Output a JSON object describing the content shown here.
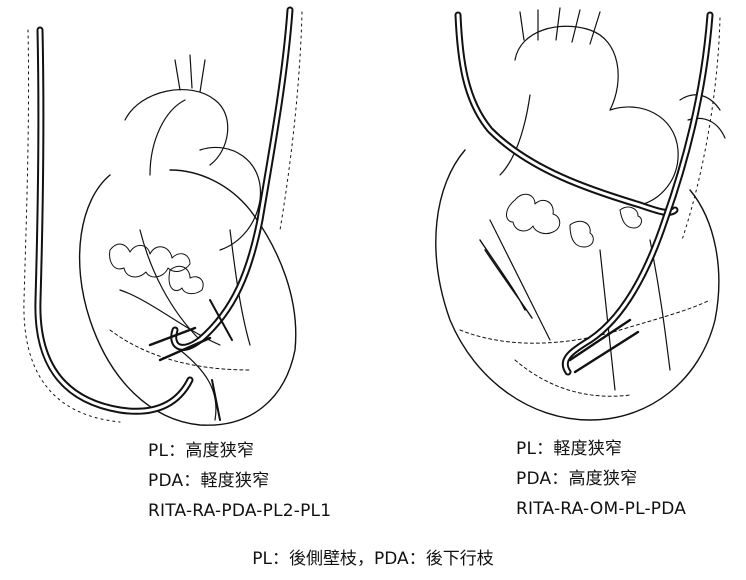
{
  "left_panel": {
    "lines": [
      "PL：高度狭窄",
      "PDA：軽度狭窄",
      "RITA-RA-PDA-PL2-PL1"
    ]
  },
  "right_panel": {
    "lines": [
      "PL：軽度狭窄",
      "PDA：高度狭窄",
      "RITA-RA-OM-PL-PDA"
    ]
  },
  "footnote": "PL：後側壁枝，PDA：後下行枝"
}
